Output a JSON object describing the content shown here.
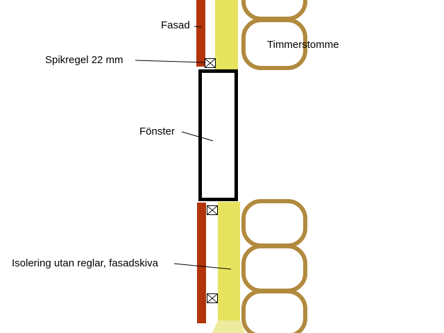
{
  "labels": {
    "fasad": "Fasad",
    "spikregel": "Spikregel 22 mm",
    "timmerstomme": "Timmerstomme",
    "fonster": "Fönster",
    "isolering": "Isolering utan reglar, fasadskiva"
  },
  "colors": {
    "facade_red": "#b23408",
    "insulation_yellow": "#e6e35f",
    "insulation_yellow_light": "#eeeb9e",
    "timber_brown": "#b18a3e",
    "line_black": "#000000",
    "page_bg": "#ffffff"
  }
}
